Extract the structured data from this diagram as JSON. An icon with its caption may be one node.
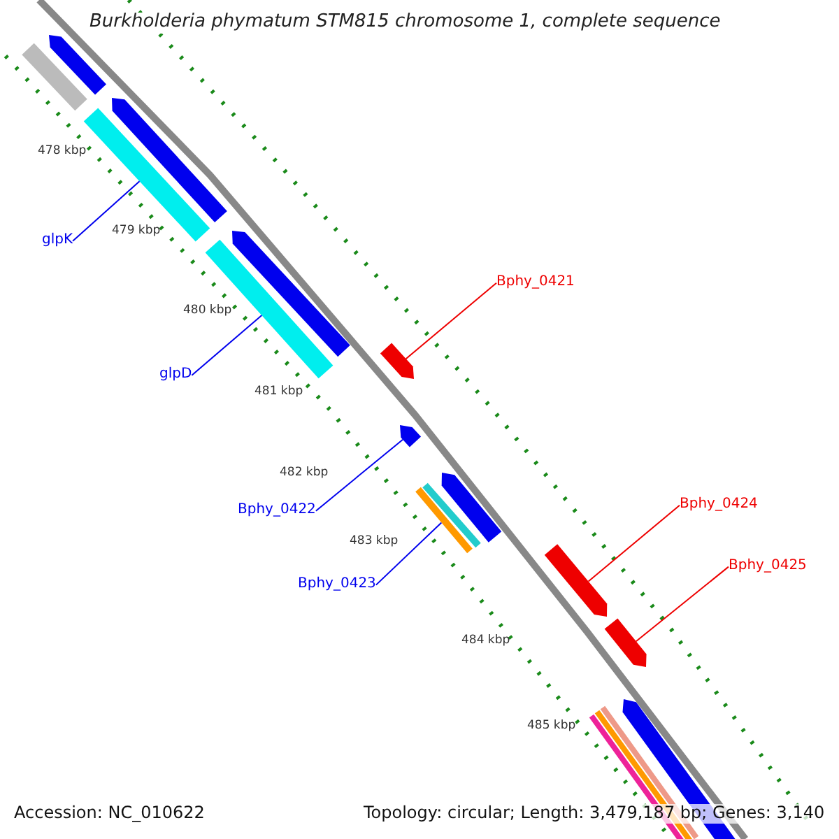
{
  "diagram": {
    "title": "Burkholderia phymatum STM815 chromosome 1, complete sequence",
    "nodes": [
      {
        "text": [
          "glpK"
        ]
      },
      {
        "text": [
          "glpD"
        ]
      },
      {
        "text": [
          "Bphy_0421"
        ]
      },
      {
        "text": [
          "Bphy_0422"
        ]
      },
      {
        "text": [
          "Bphy_0423"
        ]
      },
      {
        "text": [
          "Bphy_0424"
        ]
      },
      {
        "text": [
          "Bphy_0425"
        ]
      },
      {
        "text": [],
        "shape": "bar"
      },
      {
        "text": [],
        "shape": "bar"
      },
      {
        "text": [],
        "shape": "bar"
      },
      {
        "text": [],
        "shape": "bar"
      },
      {
        "text": [],
        "shape": "bar"
      },
      {
        "text": [],
        "shape": "bar"
      },
      {
        "text": [],
        "shape": "bar"
      },
      {
        "text": [],
        "shape": "bar"
      },
      {
        "text": [],
        "shape": "bar"
      },
      {
        "text": [],
        "shape": "bar"
      },
      {
        "text": [],
        "shape": "bar"
      },
      {
        "text": [],
        "shape": "bar"
      },
      {
        "text": [],
        "shape": "bar"
      },
      {
        "text": [],
        "shape": "bar"
      },
      {
        "text": [],
        "shape": "bar"
      },
      {
        "text": [],
        "shape": "bar"
      },
      {
        "text": [],
        "shape": "bar"
      }
    ],
    "edges": [
      {
        "from": 0,
        "to": 10,
        "arrow": "none"
      },
      {
        "from": 1,
        "to": 12,
        "arrow": "none"
      },
      {
        "from": 2,
        "to": 13,
        "arrow": "none",
        "color": "#ee0000"
      },
      {
        "from": 3,
        "to": 14,
        "arrow": "none"
      },
      {
        "from": 4,
        "to": 17,
        "arrow": "none"
      },
      {
        "from": 5,
        "to": 18,
        "arrow": "none",
        "color": "#ee0000"
      },
      {
        "from": 6,
        "to": 19,
        "arrow": "none",
        "color": "#ee0000"
      }
    ],
    "labels": [
      "478 kbp",
      "479 kbp",
      "480 kbp",
      "481 kbp",
      "482 kbp",
      "483 kbp",
      "484 kbp",
      "485 kbp",
      "Accession: NC_010622",
      "Topology: circular; Length: 3,479,187 bp; Genes: 3,140"
    ]
  }
}
